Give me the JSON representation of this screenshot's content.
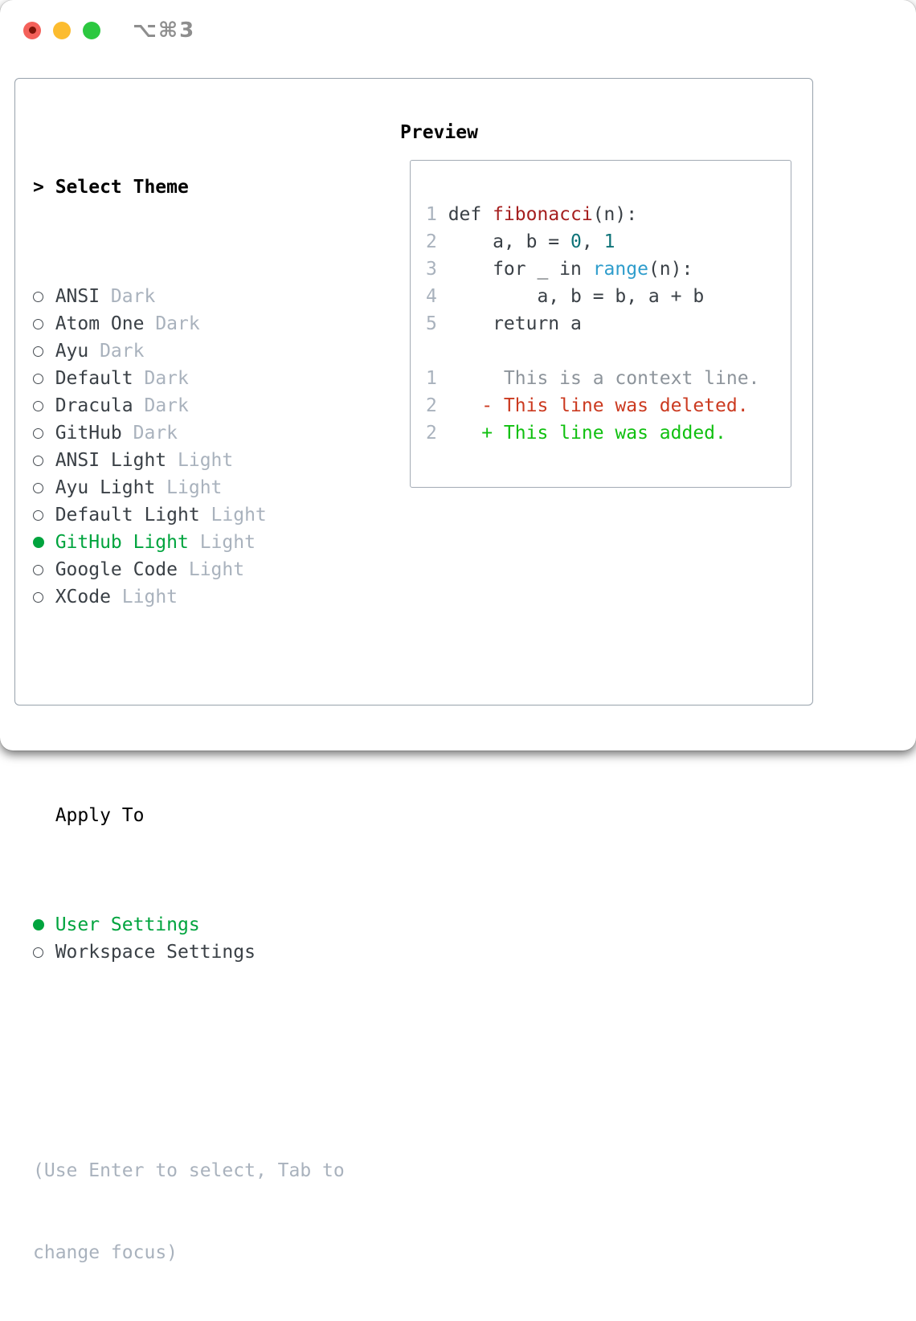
{
  "titlebar": {
    "shortcut": "⌥⌘3"
  },
  "colors": {
    "accent_green": "#00a43e",
    "deleted_red": "#cb3a20",
    "added_green": "#10c010",
    "function_red": "#a51f1f",
    "number_teal": "#0e7378",
    "builtin_blue": "#2f9dcc",
    "muted_gray": "#a9b2bd",
    "traffic_red": "#f4615a",
    "traffic_yellow": "#fcbc2f",
    "traffic_green": "#2cc840"
  },
  "theme_panel": {
    "header": {
      "prompt": ">",
      "label": "Select Theme"
    },
    "themes": [
      {
        "name": "ANSI",
        "variant": "Dark",
        "selected": false
      },
      {
        "name": "Atom One",
        "variant": "Dark",
        "selected": false
      },
      {
        "name": "Ayu",
        "variant": "Dark",
        "selected": false
      },
      {
        "name": "Default",
        "variant": "Dark",
        "selected": false
      },
      {
        "name": "Dracula",
        "variant": "Dark",
        "selected": false
      },
      {
        "name": "GitHub",
        "variant": "Dark",
        "selected": false
      },
      {
        "name": "ANSI Light",
        "variant": "Light",
        "selected": false
      },
      {
        "name": "Ayu Light",
        "variant": "Light",
        "selected": false
      },
      {
        "name": "Default Light",
        "variant": "Light",
        "selected": false
      },
      {
        "name": "GitHub Light",
        "variant": "Light",
        "selected": true
      },
      {
        "name": "Google Code",
        "variant": "Light",
        "selected": false
      },
      {
        "name": "XCode",
        "variant": "Light",
        "selected": false
      }
    ],
    "apply_to": {
      "label": "Apply To",
      "options": [
        {
          "name": "User Settings",
          "selected": true
        },
        {
          "name": "Workspace Settings",
          "selected": false
        }
      ]
    },
    "hint_lines": [
      "(Use Enter to select, Tab to",
      "change focus)"
    ]
  },
  "preview": {
    "title": "Preview",
    "code_lines": [
      {
        "num": "1",
        "kind": "code-line",
        "segments": [
          {
            "t": "def ",
            "c": "code"
          },
          {
            "t": "fibonacci",
            "c": "func"
          },
          {
            "t": "(n):",
            "c": "code"
          }
        ]
      },
      {
        "num": "2",
        "kind": "code-line",
        "segments": [
          {
            "t": "    a, b = ",
            "c": "code"
          },
          {
            "t": "0",
            "c": "num"
          },
          {
            "t": ", ",
            "c": "code"
          },
          {
            "t": "1",
            "c": "num"
          }
        ]
      },
      {
        "num": "3",
        "kind": "code-line",
        "segments": [
          {
            "t": "    for _ in ",
            "c": "code"
          },
          {
            "t": "range",
            "c": "builtin"
          },
          {
            "t": "(n):",
            "c": "code"
          }
        ]
      },
      {
        "num": "4",
        "kind": "code-line",
        "segments": [
          {
            "t": "        a, b = b, a + b",
            "c": "code"
          }
        ]
      },
      {
        "num": "5",
        "kind": "code-line",
        "segments": [
          {
            "t": "    return a",
            "c": "code"
          }
        ]
      },
      {
        "num": "",
        "kind": "blank-line",
        "segments": []
      },
      {
        "num": "1",
        "kind": "diff-context-line",
        "segments": [
          {
            "t": "     This is a context line.",
            "c": "context"
          }
        ]
      },
      {
        "num": "2",
        "kind": "diff-deleted-line",
        "segments": [
          {
            "t": "   - This line was deleted.",
            "c": "deleted"
          }
        ]
      },
      {
        "num": "2",
        "kind": "diff-added-line",
        "segments": [
          {
            "t": "   + This line was added.",
            "c": "added"
          }
        ]
      }
    ]
  }
}
